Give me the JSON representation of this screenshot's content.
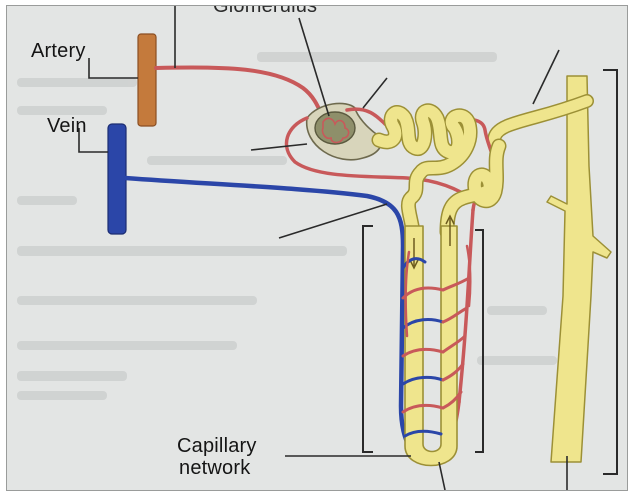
{
  "labels": {
    "glomerulus": "Glomerulus",
    "artery": "Artery",
    "vein": "Vein",
    "capillary_line1": "Capillary",
    "capillary_line2": "network"
  },
  "colors": {
    "background": "#e3e5e4",
    "artery": "#c47a3c",
    "vessel_red": "#c8595a",
    "vein": "#2b46a8",
    "tubule": "#efe58d",
    "tubule_outline": "#9c9036",
    "glomerulus_fill": "#8e8f6a",
    "capsule_fill": "#d8d5bb",
    "pointer": "#2a2a2a"
  }
}
